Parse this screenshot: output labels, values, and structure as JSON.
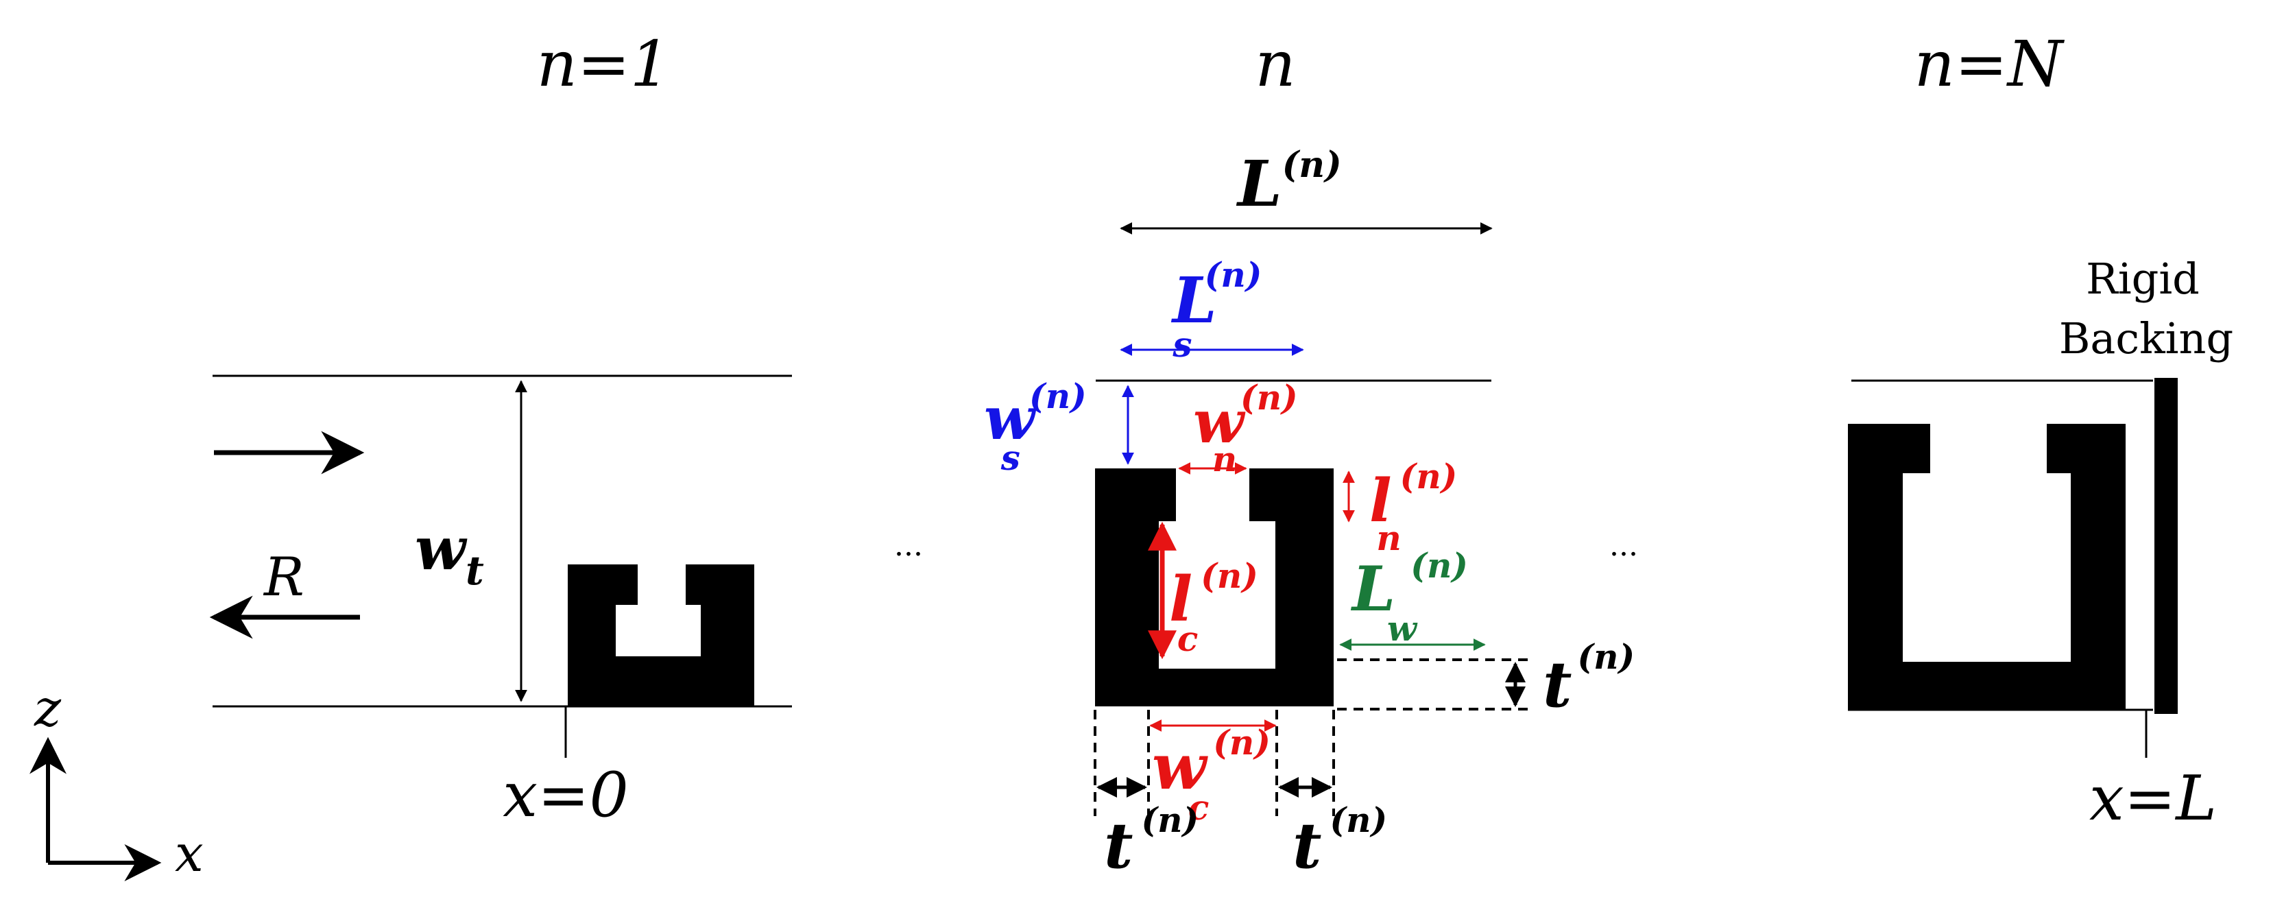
{
  "colors": {
    "black": "#000000",
    "blue": "#1414e6",
    "red": "#e61414",
    "green": "#1a7a3a"
  },
  "cells": {
    "first": {
      "index_label": "n=1",
      "position_label": "x=0"
    },
    "middle": {
      "index_label": "n"
    },
    "last": {
      "index_label": "n=N",
      "position_label": "x=L"
    }
  },
  "ellipsis": "...",
  "backing": {
    "line1": "Rigid",
    "line2": "Backing"
  },
  "labels": {
    "R": "R",
    "w_base": "w",
    "w_sub": "t",
    "L_base": "L",
    "sup_n": "(n)",
    "Ls_base": "L",
    "Ls_sub": "s",
    "ws_base": "w",
    "ws_sub": "s",
    "wn_base": "w",
    "wn_sub": "n",
    "ln_base": "l",
    "ln_sub": "n",
    "lc_base": "l",
    "lc_sub": "c",
    "Lw_base": "L",
    "Lw_sub": "w",
    "t_base": "t",
    "wc_base": "w",
    "wc_sub": "c"
  },
  "axes": {
    "z": "z",
    "x": "x"
  }
}
